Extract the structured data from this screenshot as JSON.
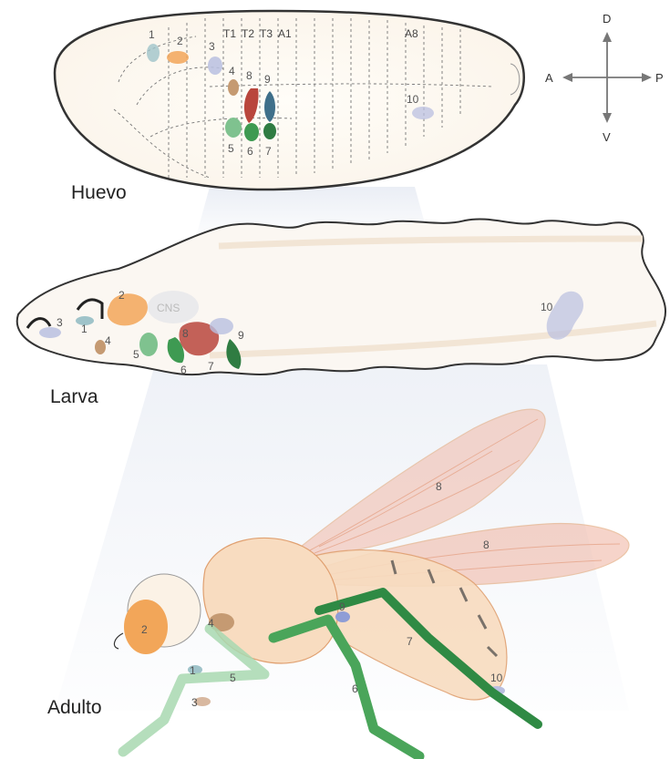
{
  "stages": {
    "egg": "Huevo",
    "larva": "Larva",
    "adult": "Adulto"
  },
  "axes": {
    "dorsal": "D",
    "ventral": "V",
    "anterior": "A",
    "posterior": "P"
  },
  "segments": [
    "T1",
    "T2",
    "T3",
    "A1",
    "A8"
  ],
  "cns_label": "CNS",
  "disc_numbers": [
    "1",
    "2",
    "3",
    "4",
    "5",
    "6",
    "7",
    "8",
    "9",
    "10"
  ],
  "colors": {
    "disc_1": "#9fc3c9",
    "disc_2": "#f2a659",
    "disc_3": "#b9bfe0",
    "disc_4": "#c59a72",
    "disc_5": "#7fc28f",
    "disc_6": "#3e9a52",
    "disc_7": "#2f7c42",
    "disc_8": "#b9463d",
    "disc_9": "#3f6f8a",
    "disc_10": "#b9bfe0",
    "adult_leg": "#4aa55a",
    "adult_wing": "#f1b9a8",
    "adult_body": "#f8dcc0"
  }
}
